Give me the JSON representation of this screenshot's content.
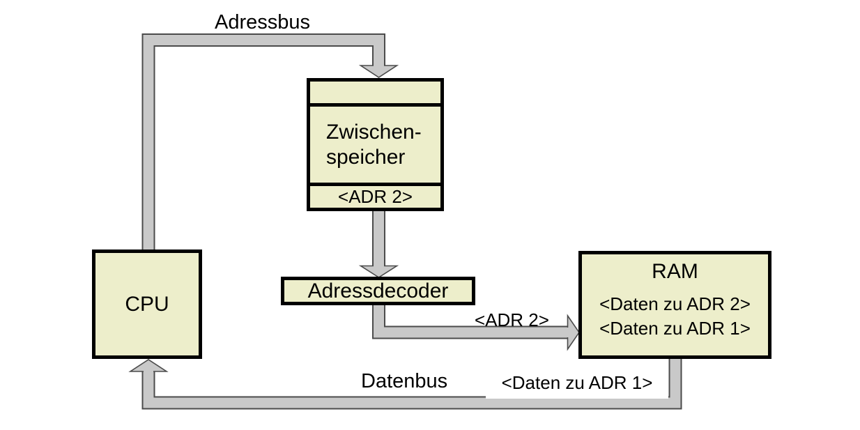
{
  "diagram": {
    "bus_labels": {
      "address_bus": "Adressbus",
      "data_bus": "Datenbus"
    },
    "bus_annotations": {
      "adr2": "<ADR 2>",
      "daten_zu_adr1": "<Daten zu ADR 1>"
    },
    "boxes": {
      "cpu": {
        "label": "CPU"
      },
      "buffer": {
        "lines": [
          "Zwischen-",
          "speicher"
        ],
        "register": "<ADR 2>"
      },
      "decoder": {
        "label": "Adressdecoder"
      },
      "ram": {
        "title": "RAM",
        "entries": [
          "<Daten zu ADR 2>",
          "<Daten zu ADR 1>"
        ]
      }
    }
  },
  "colors": {
    "box_fill": "#edeecb",
    "box_border": "#000000",
    "bus_fill": "#c9c9c9",
    "bus_outline": "#4b4b4b",
    "text": "#000000",
    "background": "#ffffff"
  }
}
